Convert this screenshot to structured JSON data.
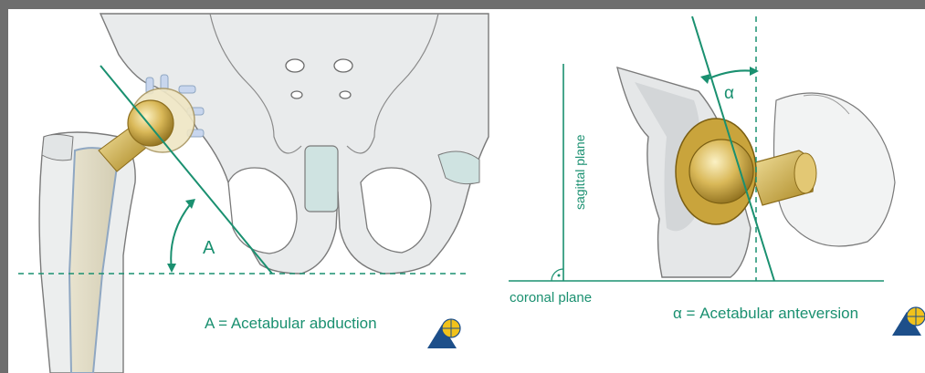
{
  "left_panel": {
    "angle_label": "A",
    "caption": "A = Acetabular abduction"
  },
  "right_panel": {
    "angle_label": "α",
    "sagittal_label": "sagittal plane",
    "coronal_label": "coronal plane",
    "caption": "α = Acetabular anteversion"
  },
  "colors": {
    "accent": "#1a9070",
    "frame": "#6e6e6e",
    "bone": "#e9ebec",
    "bone_outline": "#7a7a7a",
    "implant_gold": "#c9a43c",
    "logo_blue": "#1d4f8a",
    "logo_yellow": "#f1c21b"
  }
}
